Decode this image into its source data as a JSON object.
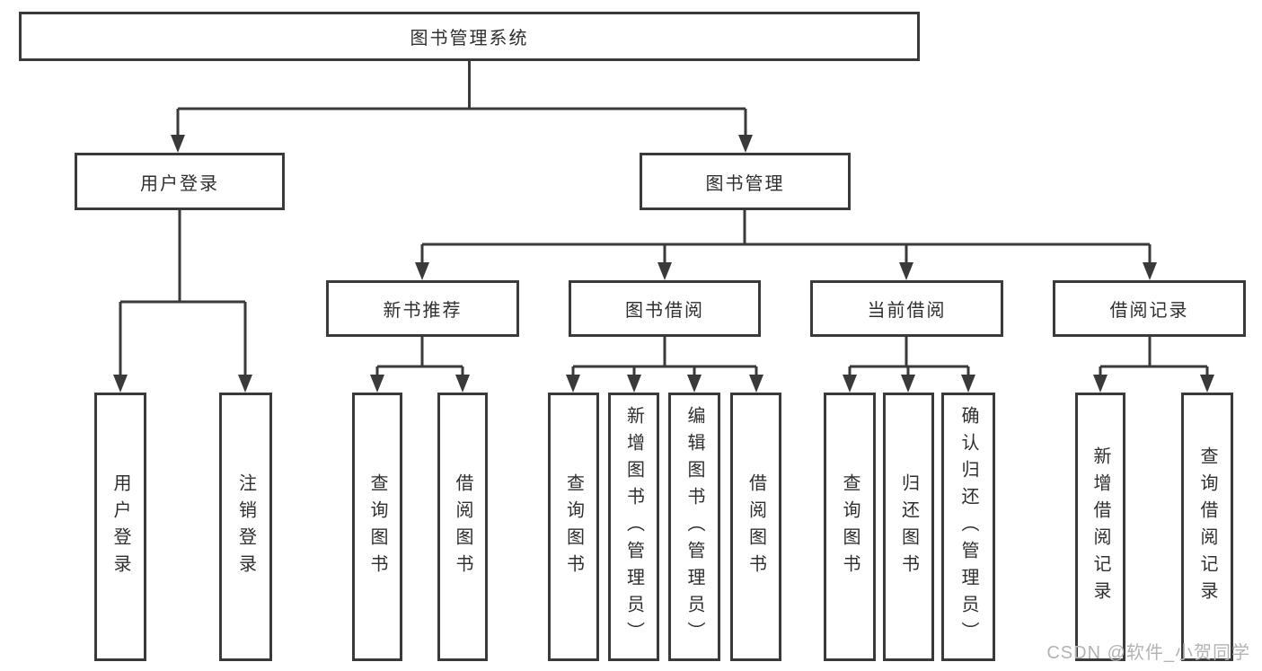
{
  "root": {
    "label": "图书管理系统"
  },
  "level2": {
    "user_login": {
      "label": "用户登录"
    },
    "book_mgmt": {
      "label": "图书管理"
    }
  },
  "level3": {
    "new_books": {
      "label": "新书推荐"
    },
    "book_borrow": {
      "label": "图书借阅"
    },
    "current_borrow": {
      "label": "当前借阅"
    },
    "borrow_records": {
      "label": "借阅记录"
    }
  },
  "leaves": {
    "user_login_leaf": {
      "label": "用户登录"
    },
    "logout": {
      "label": "注销登录"
    },
    "query_books_1": {
      "label": "查询图书"
    },
    "borrow_books_1": {
      "label": "借阅图书"
    },
    "query_books_2": {
      "label": "查询图书"
    },
    "add_books": {
      "label": "新增图书（管理员）"
    },
    "edit_books": {
      "label": "编辑图书（管理员）"
    },
    "borrow_books_2": {
      "label": "借阅图书"
    },
    "query_books_3": {
      "label": "查询图书"
    },
    "return_books": {
      "label": "归还图书"
    },
    "confirm_return": {
      "label": "确认归还（管理员）"
    },
    "add_borrow_record": {
      "label": "新增借阅记录"
    },
    "query_borrow_record": {
      "label": "查询借阅记录"
    }
  },
  "watermark": {
    "label": "CSDN @软件_小贺同学"
  },
  "colors": {
    "line": "#3a3a3a",
    "text": "#2f2f2f",
    "watermark": "#b3b3b3",
    "background": "#ffffff"
  }
}
